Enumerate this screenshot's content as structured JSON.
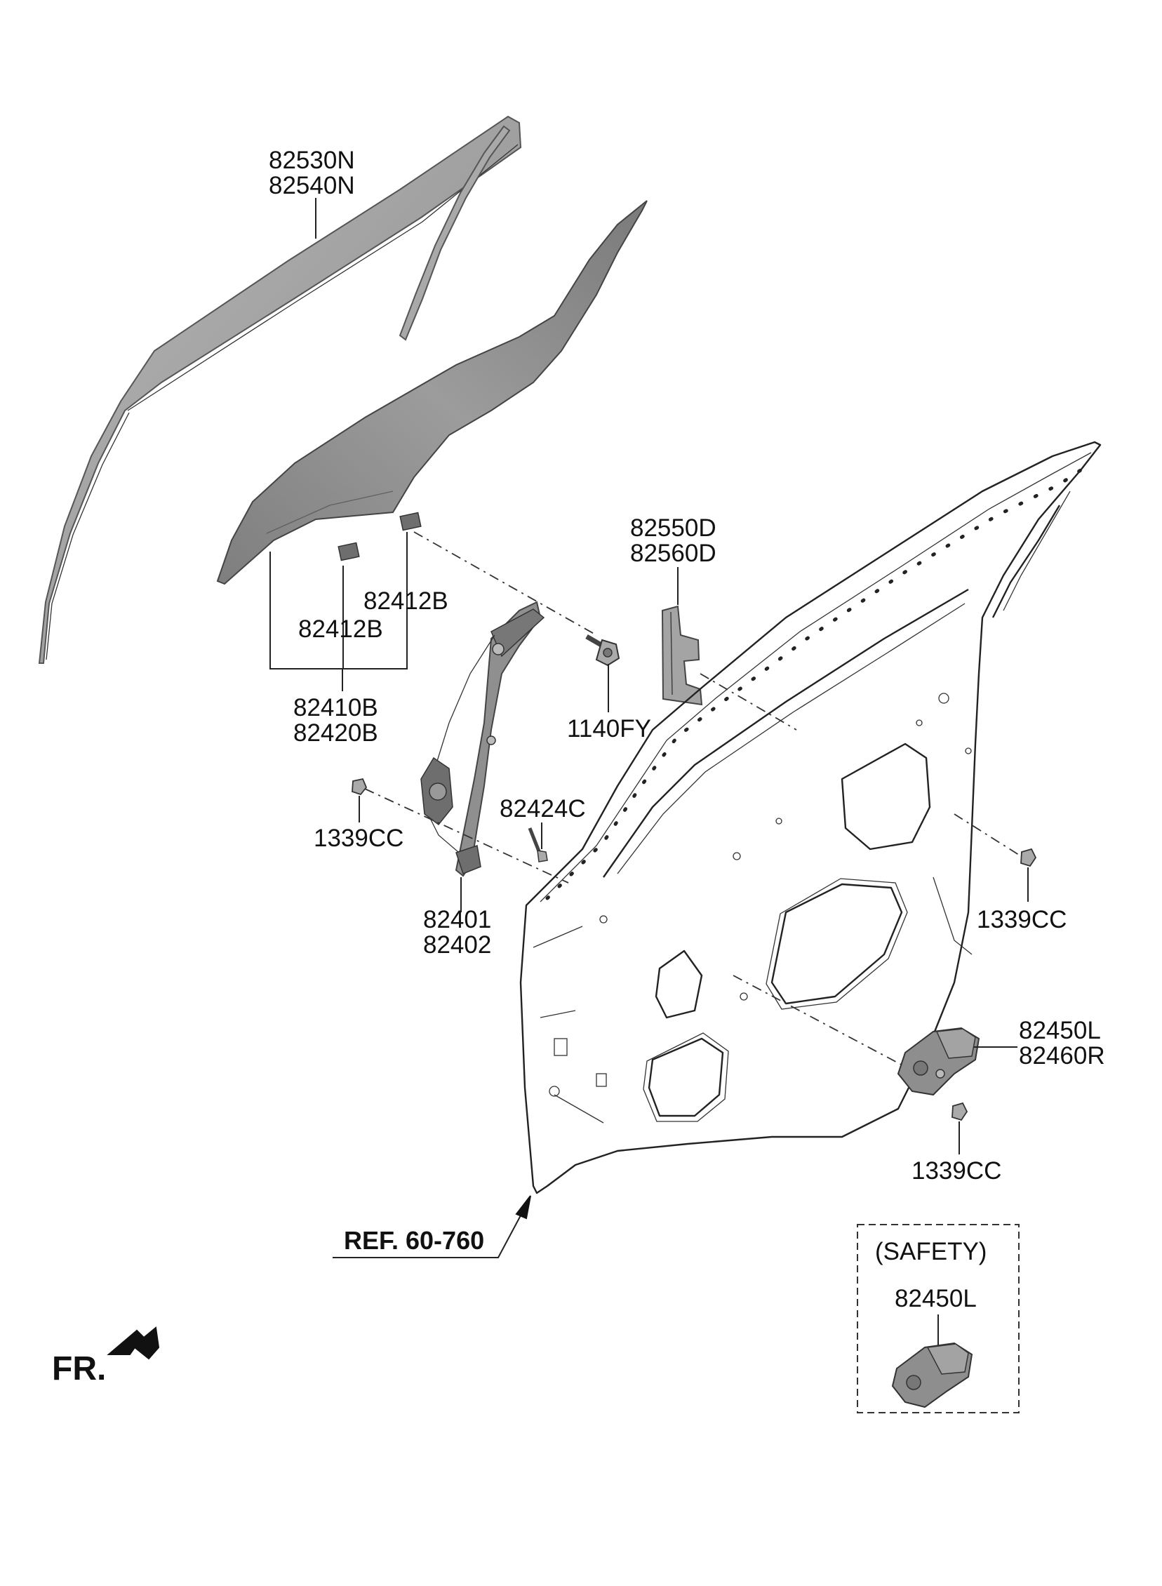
{
  "labels": {
    "run_strip": [
      "82530N",
      "82540N"
    ],
    "glass_assy": [
      "82410B",
      "82420B"
    ],
    "holder_a": "82412B",
    "holder_b": "82412B",
    "bolt": "1140FY",
    "channel": [
      "82550D",
      "82560D"
    ],
    "nut_regulator": "1339CC",
    "nut_door": "1339CC",
    "nut_motor": "1339CC",
    "regulator_bolt": "82424C",
    "regulator": [
      "82401",
      "82402"
    ],
    "motor": [
      "82450L",
      "82460R"
    ],
    "safety_title": "(SAFETY)",
    "safety_motor": "82450L",
    "ref": "REF. 60-760",
    "front": "FR."
  },
  "colors": {
    "glass": "#8c8c8c",
    "part": "#9a9a9a",
    "line": "#222222"
  }
}
